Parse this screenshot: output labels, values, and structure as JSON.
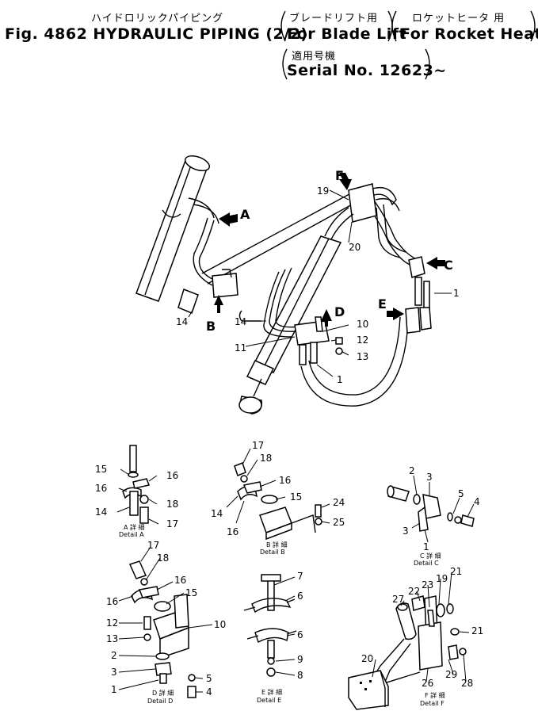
{
  "header": {
    "title_jp": "ハイドロリックパイピング",
    "title_en": "Fig. 4862 HYDRAULIC PIPING (2/2)",
    "blade_jp": "ブレードリフト用",
    "blade_en": "For Blade Lift",
    "rocket_jp": "ロケットヒータ 用",
    "rocket_en": "For Rocket Heater",
    "serial_jp": "適用号機",
    "serial_en": "Serial No. 12623~"
  },
  "main_view": {
    "arrows": [
      "A",
      "B",
      "C",
      "D",
      "E",
      "F"
    ],
    "callouts": [
      "19",
      "20",
      "14",
      "14",
      "1",
      "10",
      "11",
      "12",
      "13",
      "1"
    ]
  },
  "details": {
    "A": {
      "caption_jp": "A 詳 細",
      "caption_en": "Detail A",
      "callouts": [
        "15",
        "16",
        "16",
        "14",
        "18",
        "17"
      ]
    },
    "B": {
      "caption_jp": "B 詳 細",
      "caption_en": "Detail B",
      "callouts": [
        "17",
        "18",
        "16",
        "15",
        "14",
        "16",
        "24",
        "25"
      ]
    },
    "C": {
      "caption_jp": "C 詳 細",
      "caption_en": "Detail C",
      "callouts": [
        "2",
        "3",
        "5",
        "4",
        "3",
        "1"
      ]
    },
    "D": {
      "caption_jp": "D 詳 細",
      "caption_en": "Detail D",
      "callouts": [
        "17",
        "18",
        "16",
        "16",
        "15",
        "10",
        "12",
        "13",
        "2",
        "3",
        "1",
        "5",
        "4"
      ]
    },
    "E": {
      "caption_jp": "E 詳 細",
      "caption_en": "Detail E",
      "callouts": [
        "7",
        "6",
        "6",
        "9",
        "8"
      ]
    },
    "F": {
      "caption_jp": "F 詳 細",
      "caption_en": "Detail F",
      "callouts": [
        "21",
        "19",
        "23",
        "22",
        "27",
        "21",
        "20",
        "29",
        "28",
        "26"
      ]
    }
  }
}
